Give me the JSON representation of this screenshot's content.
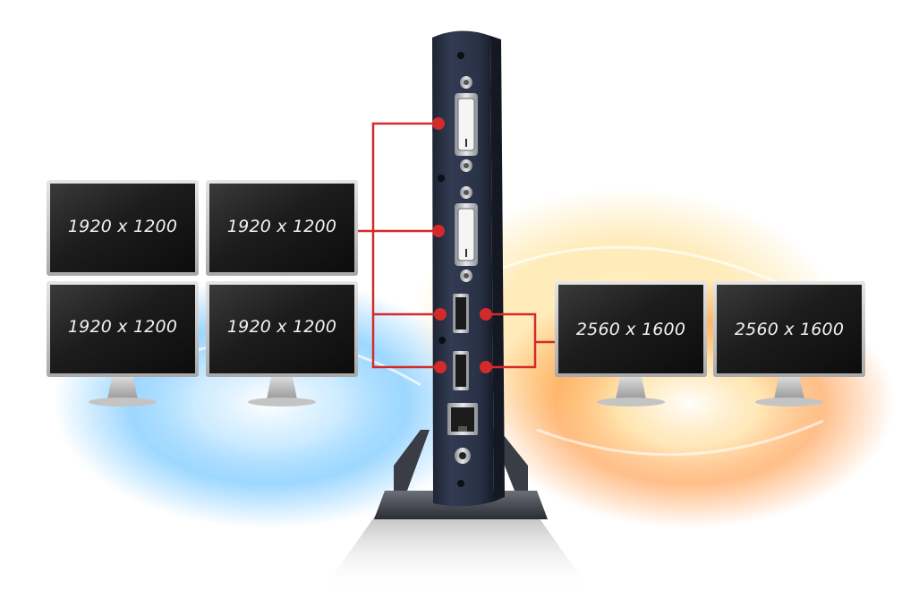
{
  "monitors": [
    {
      "label": "1920 x 1200"
    },
    {
      "label": "1920 x 1200"
    },
    {
      "label": "1920 x 1200"
    },
    {
      "label": "1920 x 1200"
    },
    {
      "label": "2560 x 1600"
    },
    {
      "label": "2560 x 1600"
    }
  ],
  "colors": {
    "connector": "#d42a2a",
    "device_body": "#2b3347",
    "glow_left": "#4fb8ff",
    "glow_right": "#ff8a2a"
  }
}
